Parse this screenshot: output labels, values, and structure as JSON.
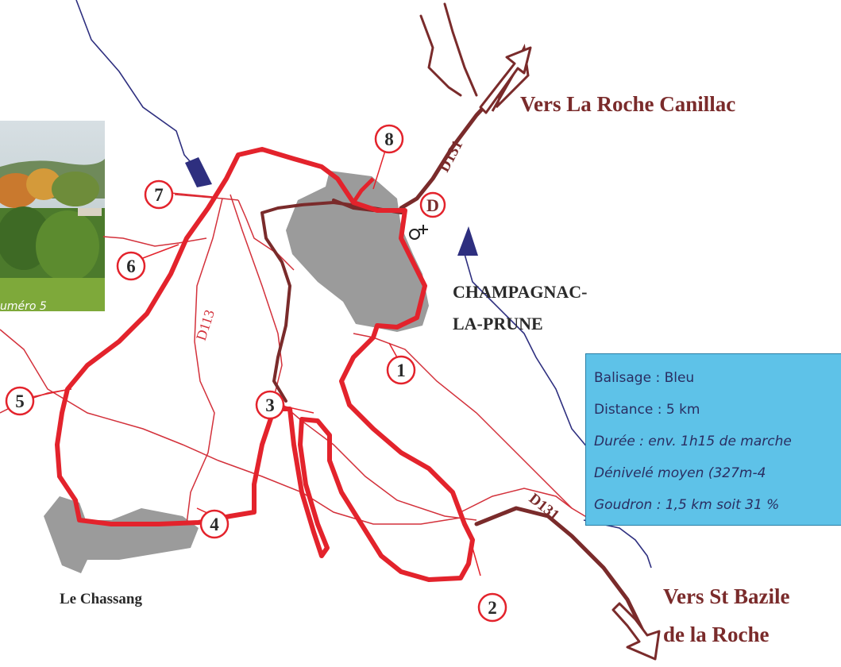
{
  "colors": {
    "trail": "#e3232c",
    "road": "#7a2b2b",
    "route_thin": "#d3313b",
    "stream": "#2e2f7f",
    "village": "#9b9b9b",
    "box_bg": "#5ec2e8",
    "label_dark": "#7a2b2b"
  },
  "destinations": {
    "north": "Vers La Roche Canillac",
    "south_line1": "Vers St Bazile",
    "south_line2": "de la Roche"
  },
  "village": {
    "line1": "CHAMPAGNAC-",
    "line2": "LA-PRUNE"
  },
  "hamlet": "Le Chassang",
  "roads": {
    "d131_north": "D131",
    "d131_south": "D131",
    "d113": "D113"
  },
  "start_marker": "D",
  "waypoints": [
    "1",
    "2",
    "3",
    "4",
    "5",
    "6",
    "7",
    "8"
  ],
  "info": {
    "balisage": "Balisage : Bleu",
    "distance": "Distance : 5 km",
    "duree": "Durée : env. 1h15 de marche",
    "denivele": "Dénivelé moyen (327m-4",
    "goudron": "Goudron : 1,5 km soit 31 %"
  },
  "photo": {
    "caption": "uméro 5"
  },
  "icons": {
    "start": "start-marker-icon",
    "north_arrow": "direction-arrow-icon",
    "poi": "blue-triangle-icon"
  }
}
